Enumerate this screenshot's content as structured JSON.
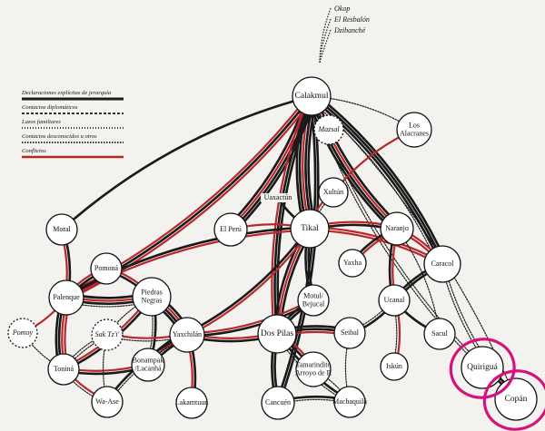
{
  "legend": [
    {
      "label": "Declaraciones explícitas de jerarquía",
      "style": "hierarchy"
    },
    {
      "label": "Contactos diplomáticos",
      "style": "diplomatic"
    },
    {
      "label": "Lazos familiares",
      "style": "family"
    },
    {
      "label": "Contactos desconocidos u otros",
      "style": "unknown"
    },
    {
      "label": "Conflictos",
      "style": "conflict"
    }
  ],
  "top_labels": [
    "Okop",
    "El Resbalón",
    "Dzibanché"
  ],
  "colors": {
    "hierarchy": "#1a1a1a",
    "conflict": "#b8272c",
    "highlight": "#d4147c",
    "background": "#f4f2ee"
  },
  "nodes": [
    {
      "id": "calakmul",
      "lines": [
        "Calakmul"
      ],
      "ring": "solid"
    },
    {
      "id": "mazsal",
      "lines": [
        "Mazsal"
      ],
      "ring": "dashed"
    },
    {
      "id": "los-alacranes",
      "lines": [
        "Los",
        "Alacranes"
      ],
      "ring": "solid"
    },
    {
      "id": "xultun",
      "lines": [
        "Xultún"
      ],
      "ring": "solid"
    },
    {
      "id": "uaxactun",
      "lines": [
        "Uaxactún"
      ],
      "ring": "none"
    },
    {
      "id": "el-peru",
      "lines": [
        "El Perú"
      ],
      "ring": "solid"
    },
    {
      "id": "tikal",
      "lines": [
        "Tikal"
      ],
      "ring": "solid"
    },
    {
      "id": "naranjo",
      "lines": [
        "Naranjo"
      ],
      "ring": "solid"
    },
    {
      "id": "yaxha",
      "lines": [
        "Yaxha"
      ],
      "ring": "solid"
    },
    {
      "id": "caracol",
      "lines": [
        "Caracol"
      ],
      "ring": "solid"
    },
    {
      "id": "moral",
      "lines": [
        "Moral"
      ],
      "ring": "solid"
    },
    {
      "id": "pomona",
      "lines": [
        "Pomoná"
      ],
      "ring": "solid"
    },
    {
      "id": "palenque",
      "lines": [
        "Palenque"
      ],
      "ring": "solid"
    },
    {
      "id": "piedras-negras",
      "lines": [
        "Piedras",
        "Negras"
      ],
      "ring": "solid"
    },
    {
      "id": "pomoy",
      "lines": [
        "Pomoy"
      ],
      "ring": "dashed"
    },
    {
      "id": "sak-tzi",
      "lines": [
        "Sak Tz'i'"
      ],
      "ring": "dashed"
    },
    {
      "id": "yaxchilan",
      "lines": [
        "Yaxchilán"
      ],
      "ring": "solid"
    },
    {
      "id": "dos-pilas",
      "lines": [
        "Dos Pilas"
      ],
      "ring": "solid"
    },
    {
      "id": "motul-bejucal",
      "lines": [
        "Motul/",
        "Bejucal"
      ],
      "ring": "solid"
    },
    {
      "id": "ucanal",
      "lines": [
        "Ucanal"
      ],
      "ring": "solid"
    },
    {
      "id": "seibal",
      "lines": [
        "Seibal"
      ],
      "ring": "solid"
    },
    {
      "id": "sacul",
      "lines": [
        "Sacul"
      ],
      "ring": "solid"
    },
    {
      "id": "tonina",
      "lines": [
        "Toniná"
      ],
      "ring": "solid"
    },
    {
      "id": "bonampak",
      "lines": [
        "Bonampak",
        "/Lacanhá"
      ],
      "ring": "solid"
    },
    {
      "id": "tamarindito",
      "lines": [
        "Tamarindito",
        "Arroyo de P."
      ],
      "ring": "solid"
    },
    {
      "id": "iskun",
      "lines": [
        "Iskún"
      ],
      "ring": "solid"
    },
    {
      "id": "quirigua",
      "lines": [
        "Quiriguá"
      ],
      "ring": "solid"
    },
    {
      "id": "wa-ase",
      "lines": [
        "Wa-Ase"
      ],
      "ring": "solid"
    },
    {
      "id": "lakamtuun",
      "lines": [
        "Lakamtuun"
      ],
      "ring": "solid"
    },
    {
      "id": "cancuen",
      "lines": [
        "Cancuén"
      ],
      "ring": "solid"
    },
    {
      "id": "machaquila",
      "lines": [
        "Machaquilá"
      ],
      "ring": "solid"
    },
    {
      "id": "copan",
      "lines": [
        "Copán"
      ],
      "ring": "solid"
    }
  ],
  "edges": [
    {
      "from": "calakmul",
      "to": "tikal",
      "types": [
        "hierarchy",
        "hierarchy",
        "conflict",
        "hierarchy",
        "hierarchy"
      ]
    },
    {
      "from": "calakmul",
      "to": "el-peru",
      "types": [
        "hierarchy",
        "hierarchy",
        "conflict",
        "hierarchy"
      ]
    },
    {
      "from": "calakmul",
      "to": "naranjo",
      "types": [
        "hierarchy",
        "conflict",
        "hierarchy",
        "hierarchy"
      ]
    },
    {
      "from": "calakmul",
      "to": "caracol",
      "types": [
        "hierarchy",
        "hierarchy",
        "hierarchy",
        "unknown"
      ]
    },
    {
      "from": "calakmul",
      "to": "mazsal",
      "types": [
        "unknown"
      ]
    },
    {
      "from": "calakmul",
      "to": "los-alacranes",
      "types": [
        "unknown"
      ]
    },
    {
      "from": "calakmul",
      "to": "moral",
      "types": [
        "hierarchy"
      ]
    },
    {
      "from": "calakmul",
      "to": "palenque",
      "types": [
        "conflict",
        "hierarchy",
        "conflict"
      ]
    },
    {
      "from": "calakmul",
      "to": "dos-pilas",
      "types": [
        "hierarchy",
        "hierarchy",
        "conflict"
      ]
    },
    {
      "from": "calakmul",
      "to": "cancuen",
      "types": [
        "hierarchy",
        "hierarchy"
      ]
    },
    {
      "from": "calakmul",
      "to": "quirigua",
      "types": [
        "unknown",
        "unknown"
      ]
    },
    {
      "from": "calakmul",
      "to": "copan",
      "types": [
        "unknown"
      ]
    },
    {
      "from": "los-alacranes",
      "to": "xultun",
      "types": [
        "conflict"
      ]
    },
    {
      "from": "tikal",
      "to": "naranjo",
      "types": [
        "conflict",
        "hierarchy"
      ]
    },
    {
      "from": "tikal",
      "to": "dos-pilas",
      "types": [
        "hierarchy",
        "conflict",
        "hierarchy"
      ]
    },
    {
      "from": "tikal",
      "to": "yaxchilan",
      "types": [
        "conflict",
        "hierarchy"
      ]
    },
    {
      "from": "tikal",
      "to": "el-peru",
      "types": [
        "conflict"
      ]
    },
    {
      "from": "tikal",
      "to": "uaxactun",
      "types": [
        "hierarchy"
      ]
    },
    {
      "from": "tikal",
      "to": "motul-bejucal",
      "types": [
        "hierarchy",
        "hierarchy"
      ]
    },
    {
      "from": "tikal",
      "to": "caracol",
      "types": [
        "conflict",
        "conflict"
      ]
    },
    {
      "from": "tikal",
      "to": "palenque",
      "types": [
        "conflict",
        "hierarchy"
      ]
    },
    {
      "from": "tikal",
      "to": "xultun",
      "types": [
        "conflict",
        "unknown"
      ]
    },
    {
      "from": "naranjo",
      "to": "yaxha",
      "types": [
        "conflict",
        "hierarchy"
      ]
    },
    {
      "from": "naranjo",
      "to": "caracol",
      "types": [
        "conflict",
        "conflict"
      ]
    },
    {
      "from": "naranjo",
      "to": "ucanal",
      "types": [
        "conflict",
        "hierarchy"
      ]
    },
    {
      "from": "naranjo",
      "to": "sacul",
      "types": [
        "unknown"
      ]
    },
    {
      "from": "caracol",
      "to": "ucanal",
      "types": [
        "hierarchy",
        "hierarchy"
      ]
    },
    {
      "from": "ucanal",
      "to": "seibal",
      "types": [
        "hierarchy",
        "unknown"
      ]
    },
    {
      "from": "ucanal",
      "to": "sacul",
      "types": [
        "hierarchy"
      ]
    },
    {
      "from": "ucanal",
      "to": "iskun",
      "types": [
        "conflict",
        "unknown"
      ]
    },
    {
      "from": "palenque",
      "to": "piedras-negras",
      "types": [
        "hierarchy",
        "conflict",
        "hierarchy",
        "unknown"
      ]
    },
    {
      "from": "palenque",
      "to": "pomona",
      "types": [
        "conflict",
        "hierarchy"
      ]
    },
    {
      "from": "palenque",
      "to": "tonina",
      "types": [
        "conflict",
        "conflict",
        "hierarchy",
        "hierarchy"
      ]
    },
    {
      "from": "palenque",
      "to": "pomoy",
      "types": [
        "conflict"
      ]
    },
    {
      "from": "palenque",
      "to": "moral",
      "types": [
        "conflict",
        "hierarchy"
      ]
    },
    {
      "from": "piedras-negras",
      "to": "yaxchilan",
      "types": [
        "hierarchy",
        "conflict",
        "hierarchy",
        "hierarchy"
      ]
    },
    {
      "from": "piedras-negras",
      "to": "pomona",
      "types": [
        "hierarchy",
        "conflict"
      ]
    },
    {
      "from": "piedras-negras",
      "to": "bonampak",
      "types": [
        "hierarchy",
        "unknown"
      ]
    },
    {
      "from": "piedras-negras",
      "to": "sak-tzi",
      "types": [
        "unknown"
      ]
    },
    {
      "from": "piedras-negras",
      "to": "tonina",
      "types": [
        "hierarchy",
        "conflict"
      ]
    },
    {
      "from": "yaxchilan",
      "to": "bonampak",
      "types": [
        "hierarchy",
        "conflict",
        "hierarchy"
      ]
    },
    {
      "from": "yaxchilan",
      "to": "lakamtuun",
      "types": [
        "hierarchy",
        "conflict"
      ]
    },
    {
      "from": "yaxchilan",
      "to": "dos-pilas",
      "types": [
        "conflict",
        "hierarchy"
      ]
    },
    {
      "from": "yaxchilan",
      "to": "sak-tzi",
      "types": [
        "unknown",
        "conflict"
      ]
    },
    {
      "from": "yaxchilan",
      "to": "motul-bejucal",
      "types": [
        "conflict",
        "hierarchy"
      ]
    },
    {
      "from": "dos-pilas",
      "to": "seibal",
      "types": [
        "hierarchy",
        "hierarchy",
        "conflict"
      ]
    },
    {
      "from": "dos-pilas",
      "to": "cancuen",
      "types": [
        "hierarchy",
        "hierarchy"
      ]
    },
    {
      "from": "dos-pilas",
      "to": "tamarindito",
      "types": [
        "conflict",
        "hierarchy"
      ]
    },
    {
      "from": "dos-pilas",
      "to": "machaquila",
      "types": [
        "hierarchy",
        "unknown"
      ]
    },
    {
      "from": "dos-pilas",
      "to": "motul-bejucal",
      "types": [
        "hierarchy",
        "hierarchy"
      ]
    },
    {
      "from": "tonina",
      "to": "bonampak",
      "types": [
        "conflict",
        "hierarchy"
      ]
    },
    {
      "from": "tonina",
      "to": "sak-tzi",
      "types": [
        "unknown",
        "unknown"
      ]
    },
    {
      "from": "tonina",
      "to": "wa-ase",
      "types": [
        "conflict",
        "unknown"
      ]
    },
    {
      "from": "tonina",
      "to": "pomoy",
      "types": [
        "unknown"
      ]
    },
    {
      "from": "sak-tzi",
      "to": "wa-ase",
      "types": [
        "unknown"
      ]
    },
    {
      "from": "quirigua",
      "to": "copan",
      "types": [
        "hierarchy",
        "hierarchy"
      ]
    },
    {
      "from": "caracol",
      "to": "copan",
      "types": [
        "unknown",
        "unknown"
      ]
    },
    {
      "from": "cancuen",
      "to": "machaquila",
      "types": [
        "hierarchy",
        "unknown"
      ]
    },
    {
      "from": "seibal",
      "to": "machaquila",
      "types": [
        "unknown"
      ]
    },
    {
      "from": "tamarindito",
      "to": "machaquila",
      "types": [
        "unknown"
      ]
    },
    {
      "from": "yaxchilan",
      "to": "wa-ase",
      "types": [
        "unknown",
        "hierarchy"
      ]
    }
  ],
  "highlighted": [
    "quirigua",
    "copan"
  ]
}
